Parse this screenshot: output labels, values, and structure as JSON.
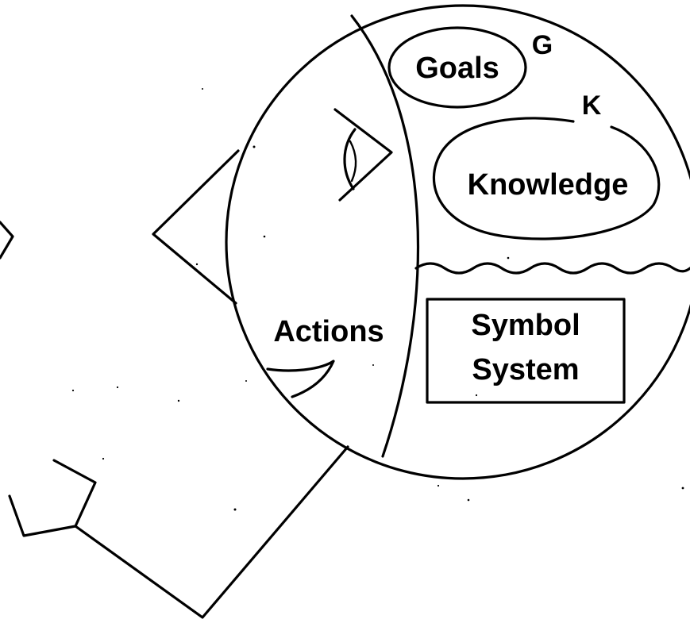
{
  "diagram": {
    "labels": {
      "goals": "Goals",
      "goals_letter": "G",
      "knowledge": "Knowledge",
      "knowledge_letter": "K",
      "actions": "Actions",
      "symbol_line1": "Symbol",
      "symbol_line2": "System"
    }
  }
}
